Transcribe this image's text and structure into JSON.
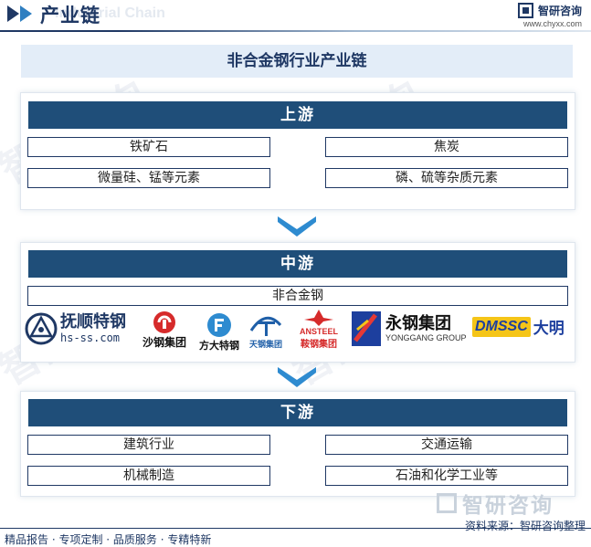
{
  "header": {
    "title": "产业链",
    "english_watermark": "Industrial Chain",
    "brand_name": "智研咨询",
    "brand_site": "www.chyxx.com"
  },
  "main_title": "非合金钢行业产业链",
  "upstream": {
    "heading": "上游",
    "items": [
      "铁矿石",
      "焦炭",
      "微量硅、锰等元素",
      "磷、硫等杂质元素"
    ]
  },
  "midstream": {
    "heading": "中游",
    "items": [
      "非合金钢"
    ],
    "companies": [
      {
        "name": "抚顺特钢",
        "sub": "hs-ss.com"
      },
      {
        "name": "沙钢集团"
      },
      {
        "name": "方大特钢"
      },
      {
        "name": "天钢集团"
      },
      {
        "name": "鞍钢集团",
        "sub": "ANSTEEL"
      },
      {
        "name": "永钢集团",
        "sub": "YONGGANG GROUP"
      },
      {
        "name": "大明",
        "sub": "DMSSC"
      }
    ]
  },
  "downstream": {
    "heading": "下游",
    "items": [
      "建筑行业",
      "交通运输",
      "机械制造",
      "石油和化学工业等"
    ]
  },
  "footer": {
    "watermark_brand": "智研咨询",
    "source": "资料来源：智研咨询整理",
    "tagline": "精品报告 · 专项定制 · 品质服务 · 专精特新"
  },
  "colors": {
    "navy": "#1f4e79",
    "dark_navy": "#1f3864",
    "title_bg": "#e3edf8",
    "arrow": "#2e8bd0"
  }
}
